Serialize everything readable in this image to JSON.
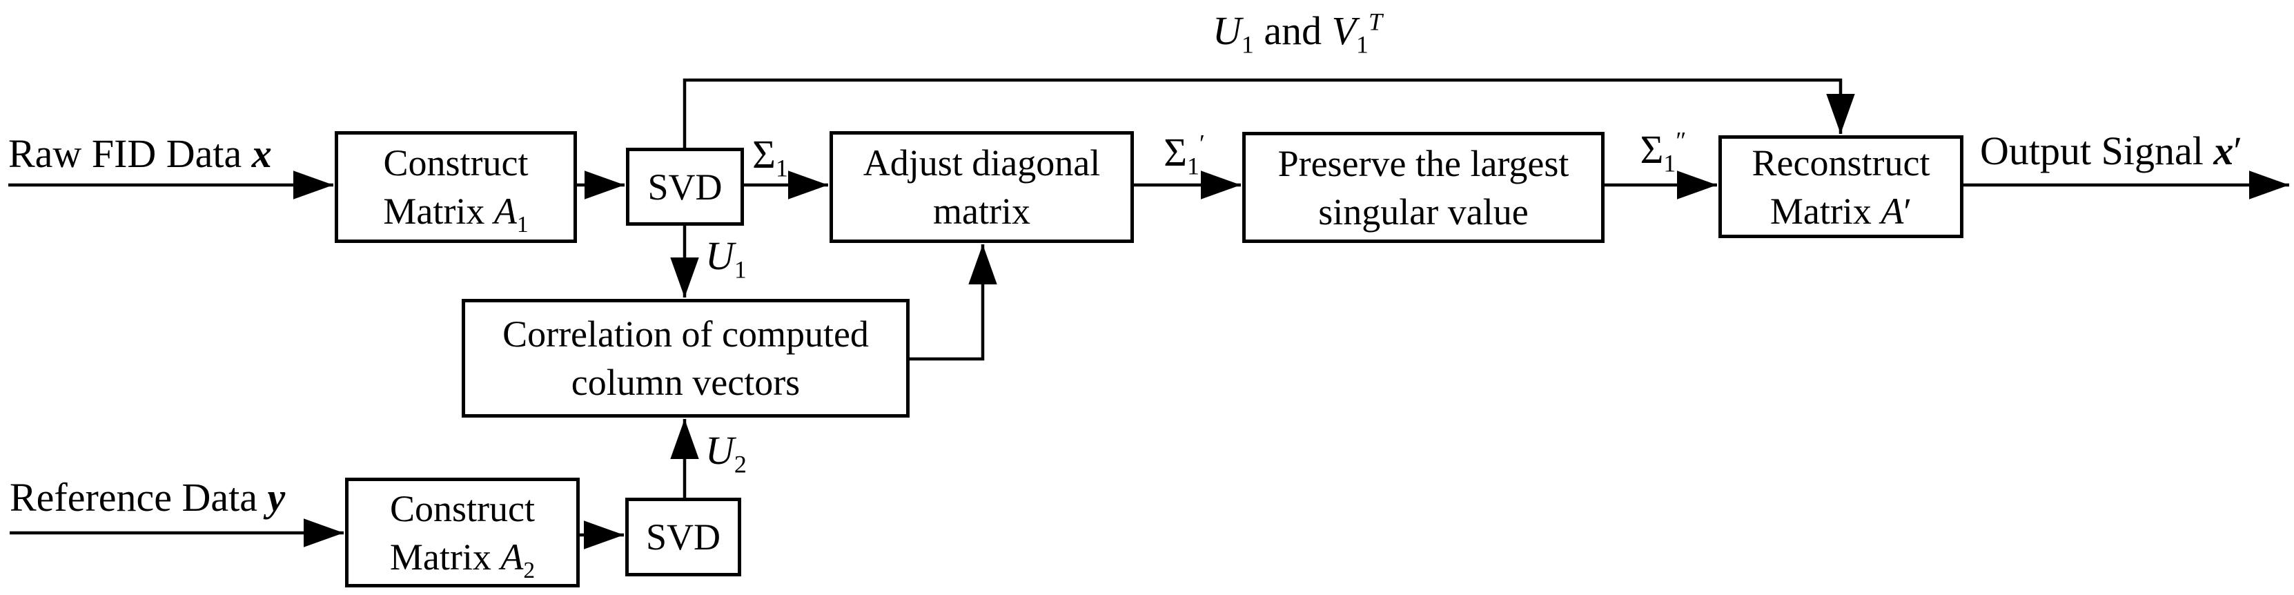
{
  "diagram": {
    "colors": {
      "line": "#000000",
      "text": "#000000",
      "background": "#ffffff"
    },
    "inputs": {
      "raw": {
        "text": "Raw FID Data ",
        "var": "x"
      },
      "reference": {
        "text": "Reference Data ",
        "var": "y"
      }
    },
    "output": {
      "text": "Output Signal ",
      "var": "x",
      "prime": "′"
    },
    "nodes": {
      "construct_a1": {
        "line1": "Construct",
        "line2": "Matrix ",
        "var": "A",
        "sub": "1"
      },
      "svd1": {
        "label": "SVD"
      },
      "adjust": {
        "line1": "Adjust diagonal",
        "line2": "matrix"
      },
      "preserve": {
        "line1": "Preserve the largest",
        "line2": "singular value"
      },
      "reconstruct": {
        "line1": "Reconstruct",
        "line2": "Matrix ",
        "var": "A",
        "prime": "′"
      },
      "correlation": {
        "line1": "Correlation of computed",
        "line2": "column vectors"
      },
      "construct_a2": {
        "line1": "Construct",
        "line2": "Matrix ",
        "var": "A",
        "sub": "2"
      },
      "svd2": {
        "label": "SVD"
      }
    },
    "edge_labels": {
      "sigma1": {
        "base": "Σ",
        "sub": "1",
        "sup": ""
      },
      "sigma1_prime": {
        "base": "Σ",
        "sub": "1",
        "sup": "′"
      },
      "sigma1_dprime": {
        "base": "Σ",
        "sub": "1",
        "sup": "″"
      },
      "u1": {
        "base": "U",
        "sub": "1"
      },
      "u2": {
        "base": "U",
        "sub": "2"
      },
      "feedback": {
        "t1": "U",
        "t1sub": "1",
        "mid": " and ",
        "t2": "V",
        "t2sub": "1",
        "t2sup": "T"
      }
    }
  }
}
